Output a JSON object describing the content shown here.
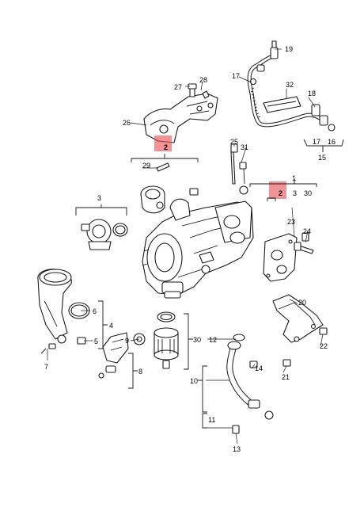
{
  "diagram": {
    "highlight_color": "#e8494f",
    "callouts": [
      {
        "id": "c19",
        "text": "19"
      },
      {
        "id": "c17a",
        "text": "17"
      },
      {
        "id": "c32",
        "text": "32"
      },
      {
        "id": "c27",
        "text": "27"
      },
      {
        "id": "c28",
        "text": "28"
      },
      {
        "id": "c18",
        "text": "18"
      },
      {
        "id": "c26",
        "text": "26"
      },
      {
        "id": "c2a",
        "text": "2"
      },
      {
        "id": "c25",
        "text": "25"
      },
      {
        "id": "c31",
        "text": "31"
      },
      {
        "id": "c17b",
        "text": "17"
      },
      {
        "id": "c16",
        "text": "16"
      },
      {
        "id": "c15",
        "text": "15"
      },
      {
        "id": "c29",
        "text": "29"
      },
      {
        "id": "c1",
        "text": "1"
      },
      {
        "id": "c2b",
        "text": "2"
      },
      {
        "id": "c3b",
        "text": "3"
      },
      {
        "id": "c30a",
        "text": "30"
      },
      {
        "id": "c3a",
        "text": "3"
      },
      {
        "id": "c23",
        "text": "23"
      },
      {
        "id": "c24",
        "text": "24"
      },
      {
        "id": "c20",
        "text": "20"
      },
      {
        "id": "c6",
        "text": "6"
      },
      {
        "id": "c4",
        "text": "4"
      },
      {
        "id": "c5",
        "text": "5"
      },
      {
        "id": "c7",
        "text": "7"
      },
      {
        "id": "c9",
        "text": "9"
      },
      {
        "id": "c30b",
        "text": "30"
      },
      {
        "id": "c12",
        "text": "12"
      },
      {
        "id": "c22",
        "text": "22"
      },
      {
        "id": "c8",
        "text": "8"
      },
      {
        "id": "c14",
        "text": "14"
      },
      {
        "id": "c10",
        "text": "10"
      },
      {
        "id": "c21",
        "text": "21"
      },
      {
        "id": "c11",
        "text": "11"
      },
      {
        "id": "c13",
        "text": "13"
      }
    ]
  }
}
